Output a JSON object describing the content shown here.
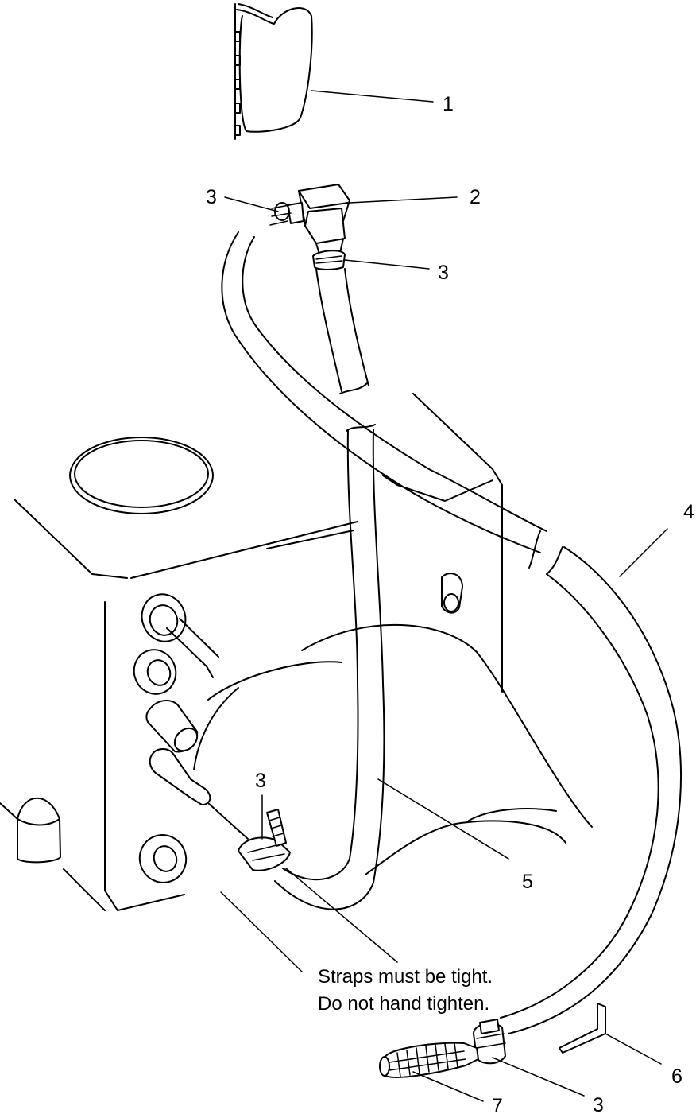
{
  "callouts": {
    "c1": "1",
    "c2": "2",
    "c3a": "3",
    "c3b": "3",
    "c3c": "3",
    "c3d": "3",
    "c4": "4",
    "c5": "5",
    "c6": "6",
    "c7": "7"
  },
  "note": {
    "line1": "Straps must be tight.",
    "line2": "Do not hand tighten."
  },
  "colors": {
    "line": "#000000",
    "background": "#ffffff"
  }
}
